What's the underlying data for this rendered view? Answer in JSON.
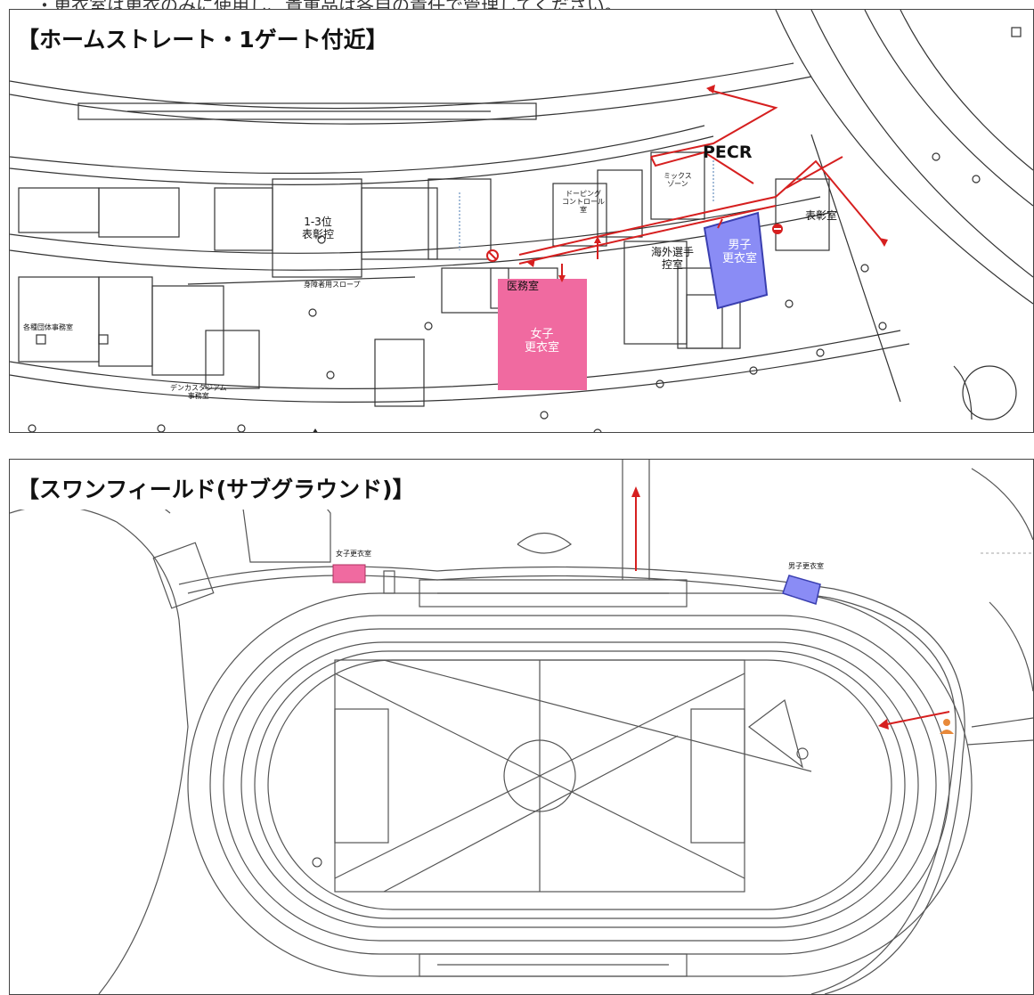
{
  "top_note": "・更衣室は更衣のみに使用し、貴重品は各自の責任で管理してください。",
  "panel1": {
    "title": "【ホームストレート・1ゲート付近】",
    "labels": {
      "hyoshoukou": "1-3位\n表彰控",
      "slope": "身障者用スロープ",
      "dantai": "各種団体事務室",
      "denka": "デンカスタジアム\n事務室",
      "doping": "ドーピング\nコントロール\n室",
      "mixed": "ミックス\nゾーン",
      "pecr": "PECR",
      "kaigai": "海外選手\n控室",
      "imu": "医務室",
      "hyosho": "表彰室",
      "women_room": "女子\n更衣室",
      "men_room": "男子\n更衣室"
    }
  },
  "panel2": {
    "title": "【スワンフィールド(サブグラウンド)】",
    "labels": {
      "women_room": "女子更衣室",
      "men_room": "男子更衣室"
    }
  },
  "colors": {
    "women": "#f06aa0",
    "men": "#8a8cf5",
    "route": "#d61f1f",
    "person": "#e8893a"
  }
}
